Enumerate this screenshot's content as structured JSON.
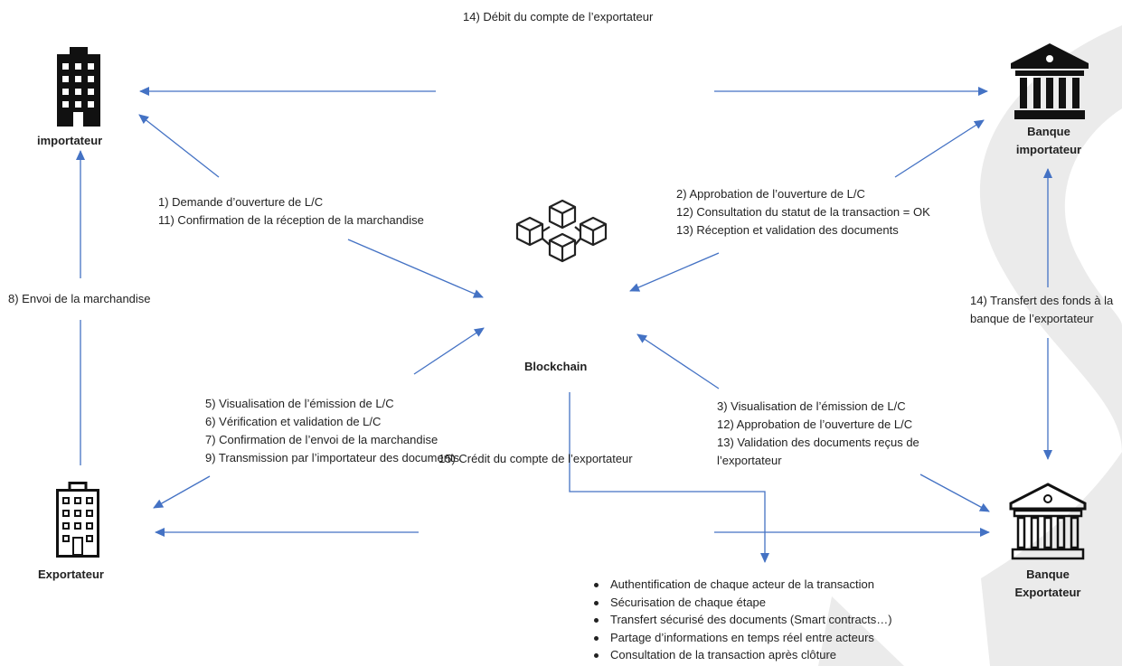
{
  "actors": {
    "importer": "importateur",
    "importer_bank": [
      "Banque",
      "importateur"
    ],
    "exporter": "Exportateur",
    "exporter_bank": [
      "Banque",
      "Exportateur"
    ],
    "blockchain": "Blockchain"
  },
  "labels": {
    "top_debit": "14) Débit du compte de l’exportateur",
    "importer_steps": [
      "1)  Demande d’ouverture de L/C",
      "11) Confirmation de la réception de la marchandise"
    ],
    "importer_bank_steps": [
      "2)  Approbation de l’ouverture de L/C",
      "12) Consultation du statut de la transaction = OK",
      "13)  Réception et validation des documents"
    ],
    "shipping": "8) Envoi de la marchandise",
    "transfer": [
      "14) Transfert des fonds à la",
      "banque de l’exportateur"
    ],
    "exporter_steps": [
      "5)  Visualisation de l’émission de L/C",
      "6) Vérification et validation de L/C",
      "7) Confirmation de l’envoi de la marchandise",
      "9) Transmission par l’importateur des documents"
    ],
    "credit": "15) Crédit du compte de l’exportateur",
    "exporter_bank_steps": [
      "3)  Visualisation de l’émission de L/C",
      "12) Approbation de l’ouverture de L/C",
      "13)  Validation des documents reçus de",
      "l’exportateur"
    ]
  },
  "benefits": [
    "Authentification de chaque acteur de la transaction",
    "Sécurisation de chaque étape",
    "Transfert sécurisé des documents (Smart contracts…)",
    "Partage d’informations en temps réel entre acteurs",
    "Consultation de la transaction après clôture"
  ],
  "colors": {
    "arrow": "#4472C4",
    "background_shape": "#EBEBEB",
    "text": "#222222"
  },
  "icons": [
    "office-building-icon",
    "bank-icon",
    "blockchain-cubes-icon"
  ]
}
